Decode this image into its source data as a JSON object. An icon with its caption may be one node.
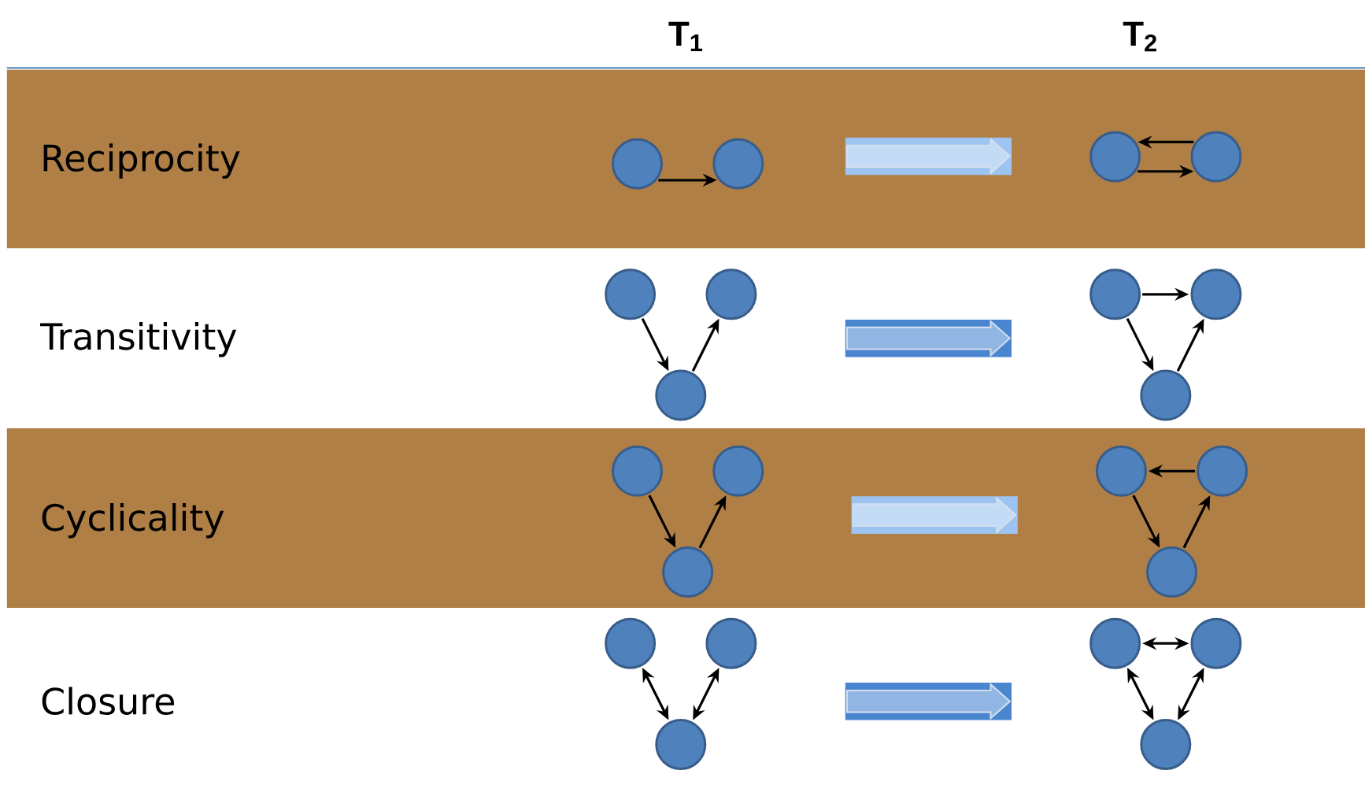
{
  "diagram": {
    "nodes": [
      {
        "text": [],
        "shape": "circle"
      },
      {
        "text": [],
        "shape": "circle"
      },
      {
        "text": [],
        "shape": "circle"
      },
      {
        "text": [],
        "shape": "circle"
      },
      {
        "text": [],
        "shape": "circle"
      },
      {
        "text": [],
        "shape": "circle"
      },
      {
        "text": [],
        "shape": "circle"
      },
      {
        "text": [],
        "shape": "circle"
      },
      {
        "text": [],
        "shape": "circle"
      },
      {
        "text": [],
        "shape": "circle"
      },
      {
        "text": [],
        "shape": "circle"
      },
      {
        "text": [],
        "shape": "circle"
      },
      {
        "text": [],
        "shape": "circle"
      },
      {
        "text": [],
        "shape": "circle"
      },
      {
        "text": [],
        "shape": "circle"
      },
      {
        "text": [],
        "shape": "circle"
      },
      {
        "text": [],
        "shape": "circle"
      },
      {
        "text": [],
        "shape": "circle"
      },
      {
        "text": [],
        "shape": "circle"
      },
      {
        "text": [],
        "shape": "circle"
      },
      {
        "text": [],
        "shape": "circle"
      },
      {
        "text": [],
        "shape": "circle"
      }
    ],
    "edges": [
      {
        "from": 0,
        "to": 1,
        "arrow": "to"
      },
      {
        "from": 3,
        "to": 2,
        "arrow": "to"
      },
      {
        "from": 2,
        "to": 3,
        "arrow": "to"
      },
      {
        "from": 4,
        "to": 6,
        "arrow": "to"
      },
      {
        "from": 6,
        "to": 5,
        "arrow": "to"
      },
      {
        "from": 7,
        "to": 8,
        "arrow": "to"
      },
      {
        "from": 7,
        "to": 9,
        "arrow": "to"
      },
      {
        "from": 9,
        "to": 8,
        "arrow": "to"
      },
      {
        "from": 10,
        "to": 12,
        "arrow": "to"
      },
      {
        "from": 12,
        "to": 11,
        "arrow": "to"
      },
      {
        "from": 14,
        "to": 13,
        "arrow": "to"
      },
      {
        "from": 13,
        "to": 15,
        "arrow": "to"
      },
      {
        "from": 15,
        "to": 14,
        "arrow": "to"
      },
      {
        "from": 16,
        "to": 18,
        "arrow": "both"
      },
      {
        "from": 18,
        "to": 17,
        "arrow": "both"
      },
      {
        "from": 19,
        "to": 20,
        "arrow": "both"
      },
      {
        "from": 19,
        "to": 21,
        "arrow": "both"
      },
      {
        "from": 21,
        "to": 20,
        "arrow": "both"
      }
    ],
    "labels": [
      "T$_{1}$",
      "T$_{2}$",
      "Reciprocity",
      "Transitivity",
      "Cyclicality",
      "Closure"
    ]
  }
}
